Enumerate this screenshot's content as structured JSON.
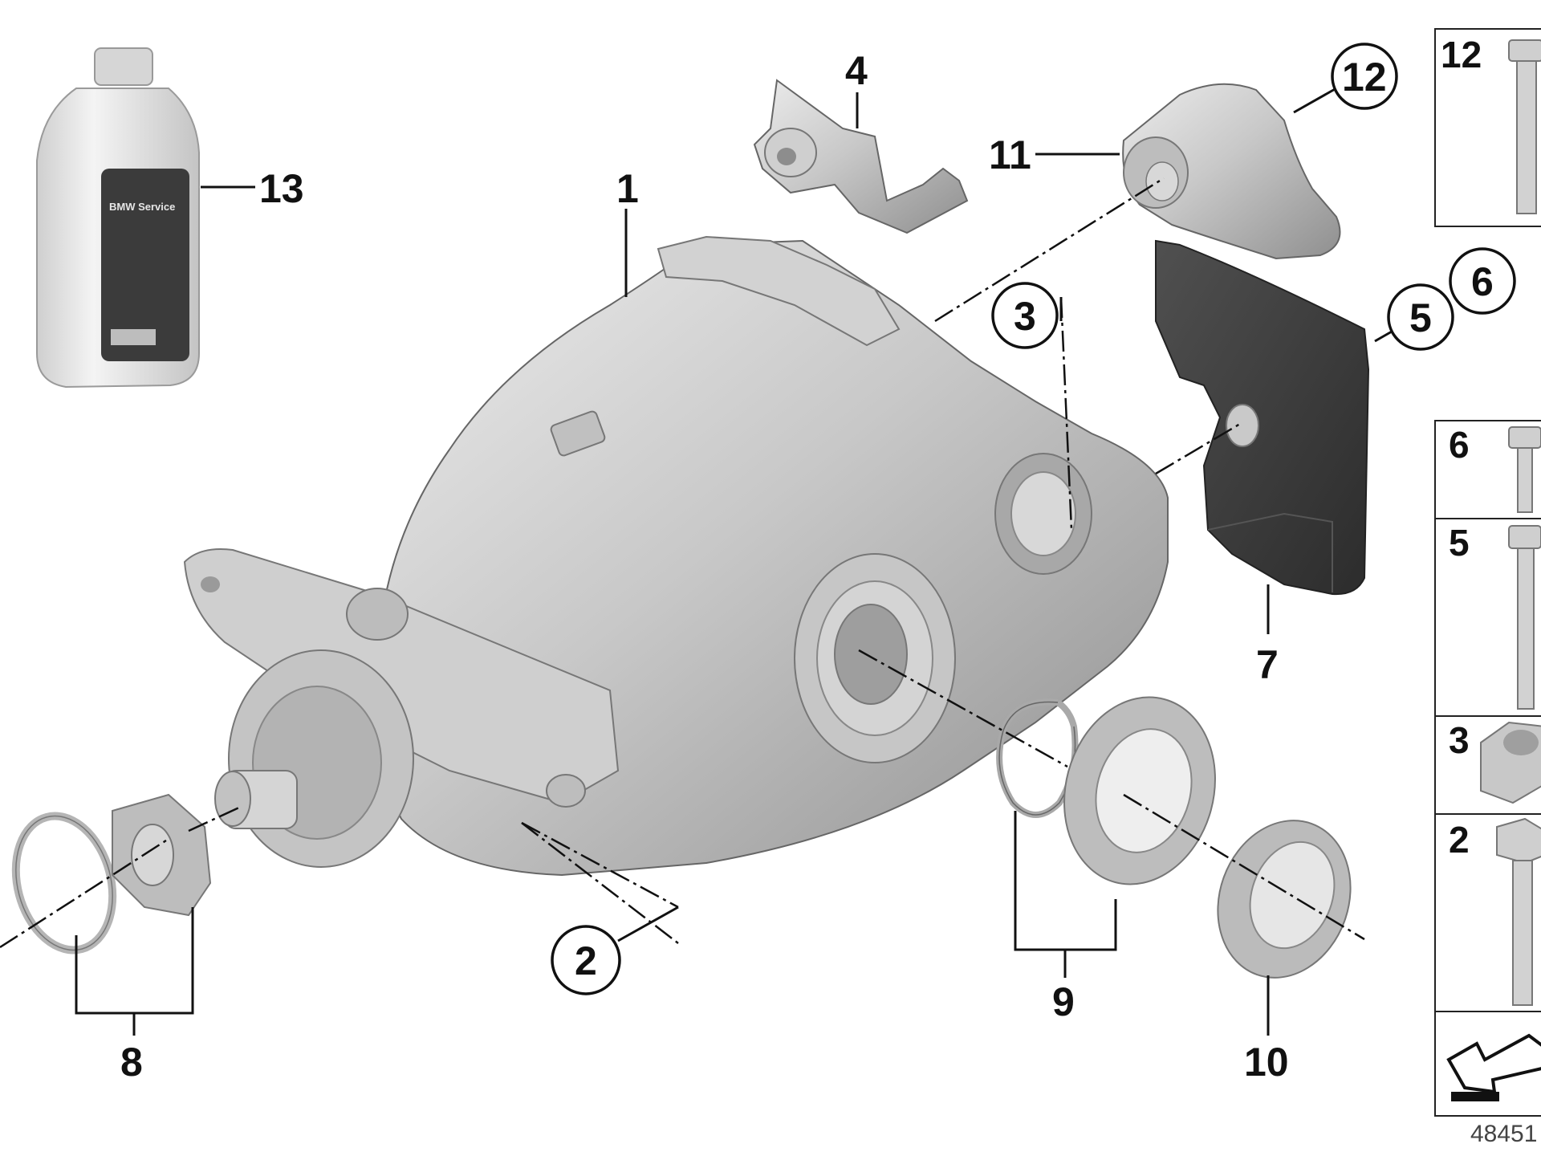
{
  "diagram": {
    "callouts": [
      "1",
      "2",
      "3",
      "4",
      "5",
      "6",
      "7",
      "8",
      "9",
      "10",
      "11",
      "12",
      "13"
    ],
    "circled_callouts": [
      "2",
      "3",
      "5",
      "6",
      "12"
    ],
    "bottle_label": "BMW Service"
  },
  "side_panel": {
    "items": [
      "12",
      "6",
      "5",
      "3",
      "2"
    ]
  },
  "doc_id": "48451",
  "colors": {
    "metal_light": "#d9d9d9",
    "metal_mid": "#b0b0b0",
    "metal_dark": "#8a8a8a",
    "mount_dark": "#3a3a3a",
    "line": "#111111"
  }
}
